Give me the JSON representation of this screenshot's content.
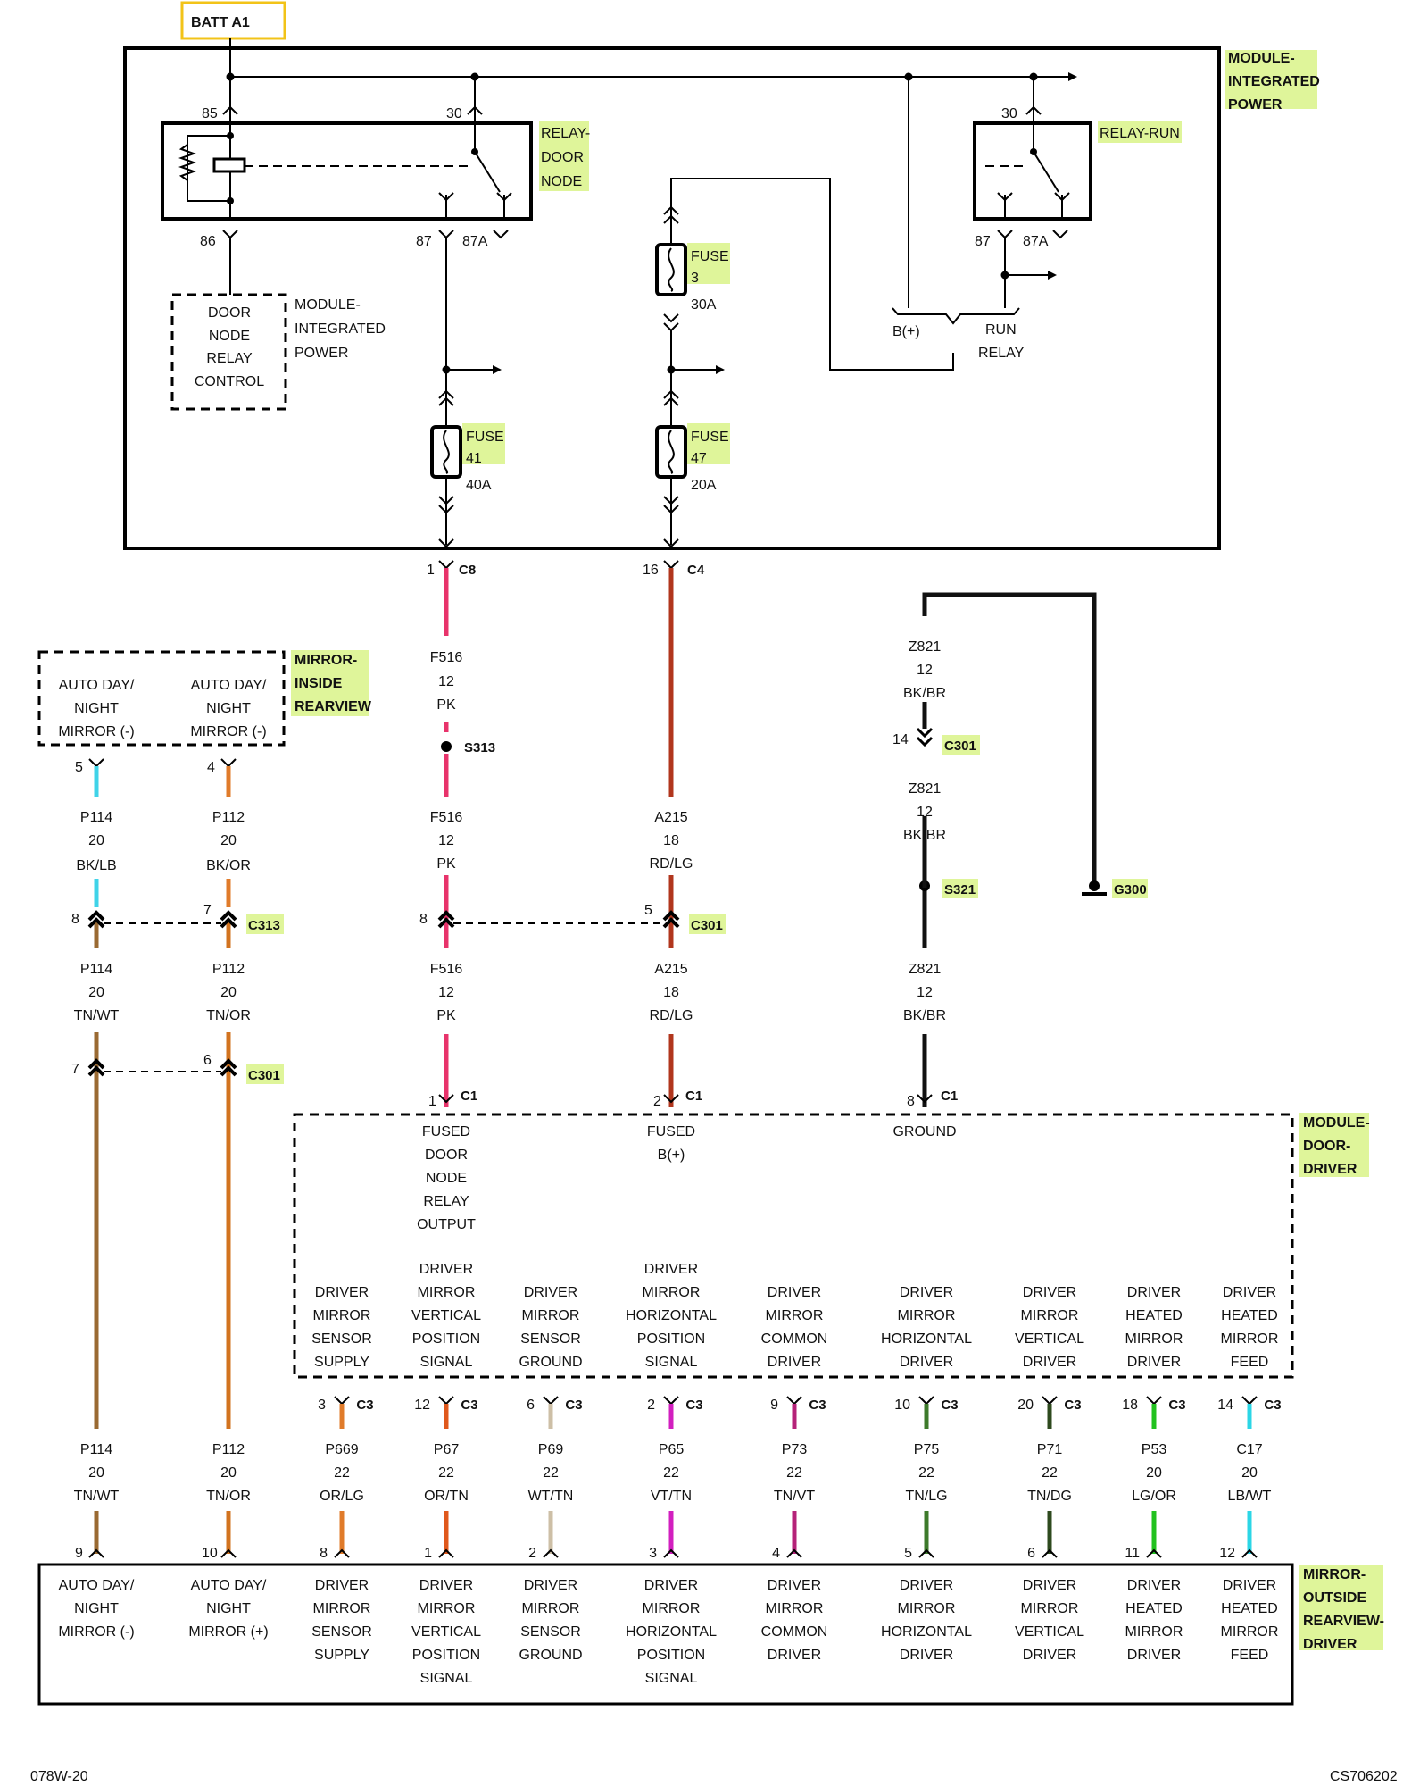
{
  "top_label": "BATT A1",
  "modules": {
    "integrated_power": [
      "MODULE-",
      "INTEGRATED",
      "POWER"
    ],
    "relay_door_node": [
      "RELAY-",
      "DOOR",
      "NODE"
    ],
    "relay_run": "RELAY-RUN",
    "door_node_relay_control": [
      "DOOR",
      "NODE",
      "RELAY",
      "CONTROL"
    ],
    "mip_side_label": [
      "MODULE-",
      "INTEGRATED",
      "POWER"
    ],
    "mirror_inside": [
      "MIRROR-",
      "INSIDE",
      "REARVIEW"
    ],
    "door_driver": [
      "MODULE-",
      "DOOR-",
      "DRIVER"
    ],
    "mirror_outside": [
      "MIRROR-",
      "OUTSIDE",
      "REARVIEW-",
      "DRIVER"
    ]
  },
  "relay_pins": {
    "p85": "85",
    "p30a": "30",
    "p86": "86",
    "p87": "87",
    "p87a": "87A",
    "r30": "30",
    "r87": "87",
    "r87a": "87A"
  },
  "fuses": [
    {
      "label": "FUSE",
      "num": "3",
      "rating": "30A"
    },
    {
      "label": "FUSE",
      "num": "41",
      "rating": "40A"
    },
    {
      "label": "FUSE",
      "num": "47",
      "rating": "20A"
    }
  ],
  "run_relay_bus": {
    "bplus": "B(+)",
    "run": "RUN",
    "relay": "RELAY"
  },
  "connectors": {
    "c8": {
      "pin": "1",
      "name": "C8"
    },
    "c4": {
      "pin": "16",
      "name": "C4"
    },
    "s313": "S313",
    "s321": "S321",
    "c301_z": {
      "pin": "14",
      "name": "C301"
    },
    "g300": "G300",
    "c313": {
      "pin_a": "8",
      "pin_b": "7",
      "name": "C313"
    },
    "c301_mid": {
      "pin_a": "8",
      "pin_b": "5",
      "name": "C301"
    },
    "c301_low": {
      "pin_a": "7",
      "pin_b": "6",
      "name": "C301"
    },
    "c1": {
      "pin_a": "1",
      "pin_b": "2",
      "pin_c": "8",
      "name": "C1"
    },
    "c3_name": "C3"
  },
  "wires": {
    "f516_a": [
      "F516",
      "12",
      "PK"
    ],
    "f516_b": [
      "F516",
      "12",
      "PK"
    ],
    "f516_c": [
      "F516",
      "12",
      "PK"
    ],
    "a215_a": [
      "A215",
      "18",
      "RD/LG"
    ],
    "a215_b": [
      "A215",
      "18",
      "RD/LG"
    ],
    "z821_a": [
      "Z821",
      "12",
      "BK/BR"
    ],
    "z821_b": [
      "Z821",
      "12",
      "BK/BR"
    ],
    "z821_c": [
      "Z821",
      "12",
      "BK/BR"
    ],
    "p114_a": [
      "P114",
      "20",
      "BK/LB"
    ],
    "p112_a": [
      "P112",
      "20",
      "BK/OR"
    ],
    "p114_b": [
      "P114",
      "20",
      "TN/WT"
    ],
    "p112_b": [
      "P112",
      "20",
      "TN/OR"
    ]
  },
  "inside_mirror_pins": [
    {
      "text": [
        "AUTO DAY/",
        "NIGHT",
        "MIRROR (-)"
      ],
      "pin": "5"
    },
    {
      "text": [
        "AUTO DAY/",
        "NIGHT",
        "MIRROR (-)"
      ],
      "pin": "4"
    }
  ],
  "door_driver_inputs": [
    [
      "FUSED",
      "DOOR",
      "NODE",
      "RELAY",
      "OUTPUT"
    ],
    [
      "FUSED",
      "B(+)"
    ],
    [
      "GROUND"
    ]
  ],
  "door_driver_outputs": [
    {
      "text": [
        "DRIVER",
        "MIRROR",
        "SENSOR",
        "SUPPLY"
      ],
      "c3pin": "3",
      "wire": [
        "P669",
        "22",
        "OR/LG"
      ],
      "mpin": "8",
      "mtext": [
        "DRIVER",
        "MIRROR",
        "SENSOR",
        "SUPPLY"
      ],
      "color": "#e07b2a"
    },
    {
      "text": [
        "DRIVER",
        "MIRROR",
        "VERTICAL",
        "POSITION",
        "SIGNAL"
      ],
      "c3pin": "12",
      "wire": [
        "P67",
        "22",
        "OR/TN"
      ],
      "mpin": "1",
      "mtext": [
        "DRIVER",
        "MIRROR",
        "VERTICAL",
        "POSITION",
        "SIGNAL"
      ],
      "color": "#e0581c"
    },
    {
      "text": [
        "DRIVER",
        "MIRROR",
        "SENSOR",
        "GROUND"
      ],
      "c3pin": "6",
      "wire": [
        "P69",
        "22",
        "WT/TN"
      ],
      "mpin": "2",
      "mtext": [
        "DRIVER",
        "MIRROR",
        "SENSOR",
        "GROUND"
      ],
      "color": "#cdbfa6"
    },
    {
      "text": [
        "DRIVER",
        "MIRROR",
        "HORIZONTAL",
        "POSITION",
        "SIGNAL"
      ],
      "c3pin": "2",
      "wire": [
        "P65",
        "22",
        "VT/TN"
      ],
      "mpin": "3",
      "mtext": [
        "DRIVER",
        "MIRROR",
        "HORIZONTAL",
        "POSITION",
        "SIGNAL"
      ],
      "color": "#d21fbf"
    },
    {
      "text": [
        "DRIVER",
        "MIRROR",
        "COMMON",
        "DRIVER"
      ],
      "c3pin": "9",
      "wire": [
        "P73",
        "22",
        "TN/VT"
      ],
      "mpin": "4",
      "mtext": [
        "DRIVER",
        "MIRROR",
        "COMMON",
        "DRIVER"
      ],
      "color": "#b52279"
    },
    {
      "text": [
        "DRIVER",
        "MIRROR",
        "HORIZONTAL",
        "DRIVER"
      ],
      "c3pin": "10",
      "wire": [
        "P75",
        "22",
        "TN/LG"
      ],
      "mpin": "5",
      "mtext": [
        "DRIVER",
        "MIRROR",
        "HORIZONTAL",
        "DRIVER"
      ],
      "color": "#3d7a2b"
    },
    {
      "text": [
        "DRIVER",
        "MIRROR",
        "VERTICAL",
        "DRIVER"
      ],
      "c3pin": "20",
      "wire": [
        "P71",
        "22",
        "TN/DG"
      ],
      "mpin": "6",
      "mtext": [
        "DRIVER",
        "MIRROR",
        "VERTICAL",
        "DRIVER"
      ],
      "color": "#2e4a1e"
    },
    {
      "text": [
        "DRIVER",
        "HEATED",
        "MIRROR",
        "DRIVER"
      ],
      "c3pin": "18",
      "wire": [
        "P53",
        "20",
        "LG/OR"
      ],
      "mpin": "11",
      "mtext": [
        "DRIVER",
        "HEATED",
        "MIRROR",
        "DRIVER"
      ],
      "color": "#22c21f"
    },
    {
      "text": [
        "DRIVER",
        "HEATED",
        "MIRROR",
        "FEED"
      ],
      "c3pin": "14",
      "wire": [
        "C17",
        "20",
        "LB/WT"
      ],
      "mpin": "12",
      "mtext": [
        "DRIVER",
        "HEATED",
        "MIRROR",
        "FEED"
      ],
      "color": "#2bd6e6"
    }
  ],
  "outside_mirror_left": [
    {
      "text": [
        "AUTO DAY/",
        "NIGHT",
        "MIRROR (-)"
      ],
      "pin": "9",
      "wire": [
        "P114",
        "20",
        "TN/WT"
      ]
    },
    {
      "text": [
        "AUTO DAY/",
        "NIGHT",
        "MIRROR (+)"
      ],
      "pin": "10",
      "wire": [
        "P112",
        "20",
        "TN/OR"
      ]
    }
  ],
  "footer": {
    "left": "078W-20",
    "right": "CS706202"
  },
  "wire_colors": {
    "pk": "#e8336b",
    "rd": "#b1361d",
    "bk": "#111111",
    "lb": "#3fd3e8",
    "or": "#e07b2a",
    "tn": "#9a6a32"
  }
}
